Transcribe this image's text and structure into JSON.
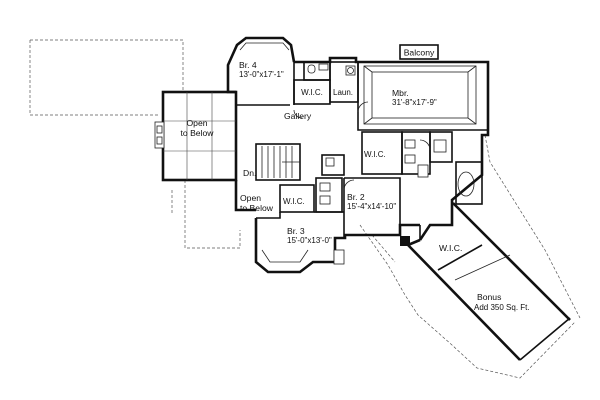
{
  "rooms": {
    "balcony": {
      "name": "Balcony"
    },
    "br4": {
      "name": "Br. 4",
      "size": "13'-0\"x17'-1\""
    },
    "wic_br4": {
      "name": "W.I.C."
    },
    "laun": {
      "name": "Laun."
    },
    "mbr": {
      "name": "Mbr.",
      "size": "31'-8\"x17'-9\""
    },
    "gallery": {
      "name": "Gallery"
    },
    "open_below_left": {
      "line1": "Open",
      "line2": "to Below"
    },
    "wic_mbr": {
      "name": "W.I.C."
    },
    "dn": {
      "name": "Dn."
    },
    "open_below_stair": {
      "line1": "Open",
      "line2": "to Below"
    },
    "wic_br3": {
      "name": "W.I.C."
    },
    "br2": {
      "name": "Br. 2",
      "size": "15'-4\"x14'-10\""
    },
    "br3": {
      "name": "Br. 3",
      "size": "15'-0\"x13'-0\""
    },
    "wic_bath": {
      "name": "W.I.C."
    },
    "bonus": {
      "name": "Bonus",
      "note": "Add 350 Sq. Ft."
    }
  }
}
